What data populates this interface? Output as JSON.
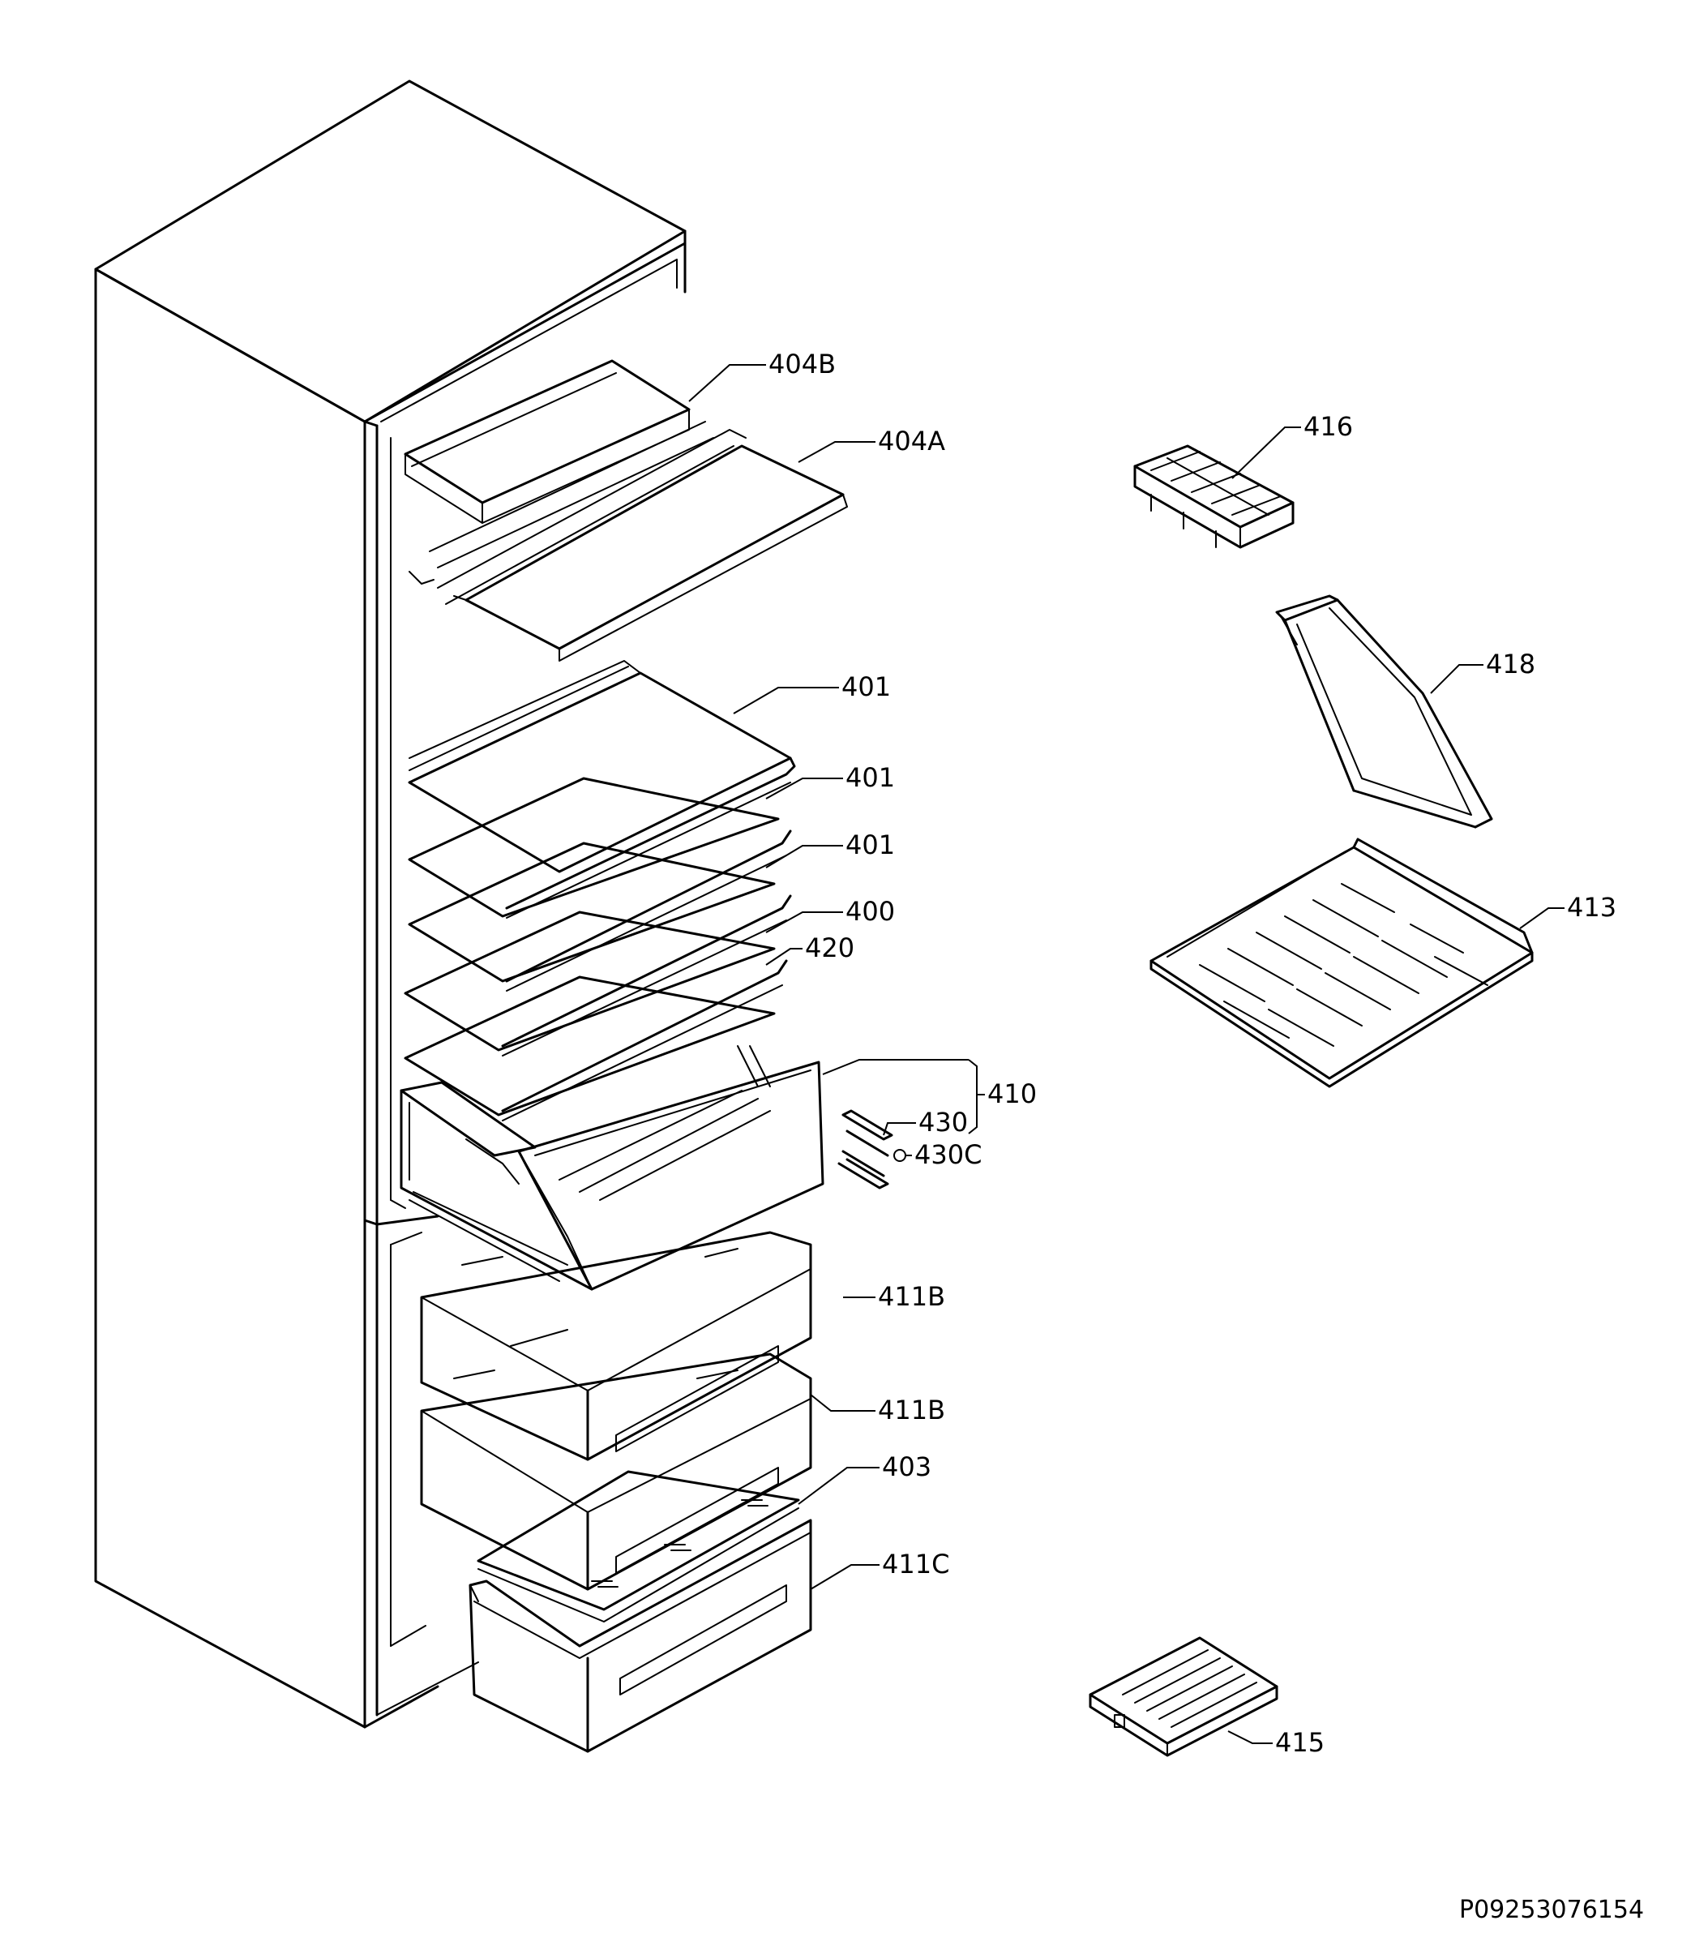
{
  "labels": {
    "shelf_404B": "404B",
    "shelf_404A": "404A",
    "glass_shelf_1": "401",
    "glass_shelf_2": "401",
    "glass_shelf_3": "401",
    "glass_shelf_400": "400",
    "glass_shelf_420": "420",
    "crisper_assembly": "410",
    "slide_430": "430",
    "slide_430C": "430C",
    "drawer_411B_upper": "411B",
    "drawer_411B_lower": "411B",
    "glass_cover_403": "403",
    "drawer_411C": "411C",
    "ice_tray_416": "416",
    "flap_418": "418",
    "freezer_shelf_413": "413",
    "accumulator_415": "415"
  },
  "document_id": "P09253076154"
}
